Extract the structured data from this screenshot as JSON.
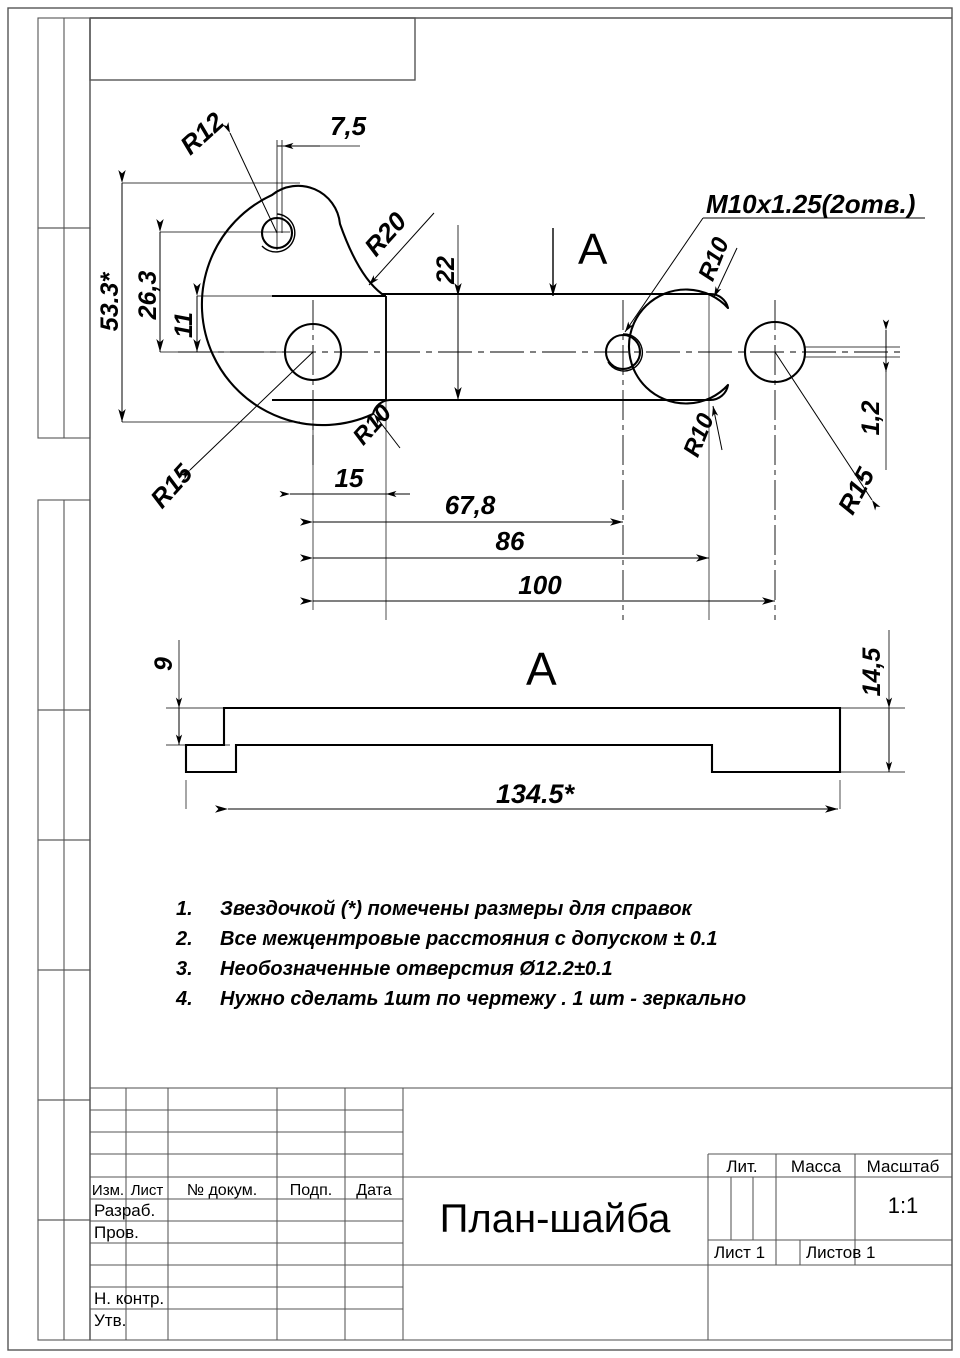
{
  "sheet": {
    "border_color": "#555555",
    "line_color": "#000000"
  },
  "drawing": {
    "title": "План-шайба",
    "section_letter_top": "A",
    "section_letter_bottom": "A",
    "thread_note": "M10x1.25(2отв.)",
    "dimensions": {
      "r12": "R12",
      "d75": "7,5",
      "r20": "R20",
      "d22": "22",
      "d533": "53.3*",
      "d263": "26,3",
      "d11": "11",
      "r15_left": "R15",
      "r10_lower_left": "R10",
      "d15": "15",
      "d678": "67,8",
      "d86": "86",
      "d100": "100",
      "r10_upper_right": "R10",
      "r10_lower_right": "R10",
      "r15_right": "R15",
      "d12": "1,2",
      "d9": "9",
      "d145": "14,5",
      "d1345": "134.5*"
    }
  },
  "notes": [
    {
      "num": "1.",
      "text": "Звездочкой (*) помечены размеры для справок"
    },
    {
      "num": "2.",
      "text": "Все межцентровые расстояния с допуском ± 0.1"
    },
    {
      "num": "3.",
      "text": "Необозначенные отверстия Ø12.2±0.1"
    },
    {
      "num": "4.",
      "text": "Нужно сделать 1шт по чертежу . 1 шт - зеркально"
    }
  ],
  "title_block": {
    "col_headers": {
      "izm": "Изм.",
      "list": "Лист",
      "ndocum": "№ докум.",
      "podp": "Подп.",
      "data": "Дата"
    },
    "roles": {
      "razrab": "Разраб.",
      "prov": "Пров.",
      "blank1": "",
      "blank2": "",
      "nkontr": "Н. контр.",
      "utv": "Утв."
    },
    "part_name": "План-шайба",
    "right_headers": {
      "lit": "Лит.",
      "massa": "Масса",
      "masshtab": "Масштаб"
    },
    "scale_value": "1:1",
    "sheet_label": "Лист 1",
    "sheets_label": "Листов 1"
  }
}
